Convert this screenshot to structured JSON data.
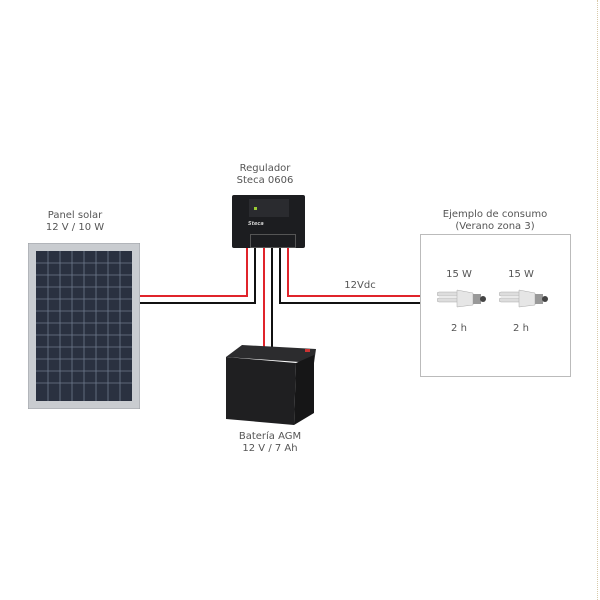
{
  "panel": {
    "title": "Panel solar",
    "spec": "12 V / 10 W"
  },
  "regulator": {
    "title": "Regulador",
    "model": "Steca 0606",
    "brand": "Steca"
  },
  "battery": {
    "title": "Batería AGM",
    "spec": "12 V / 7 Ah"
  },
  "voltage_label": "12Vdc",
  "load": {
    "title": "Ejemplo de consumo",
    "subtitle": "(Verano zona 3)",
    "bulbs": [
      {
        "power": "15 W",
        "hours": "2 h"
      },
      {
        "power": "15 W",
        "hours": "2 h"
      }
    ]
  },
  "colors": {
    "positive": "#e0242b",
    "negative": "#111111"
  }
}
